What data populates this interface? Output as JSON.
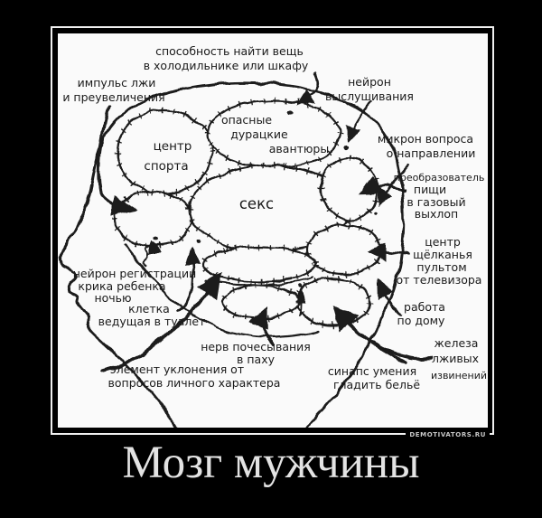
{
  "poster": {
    "title": "Мозг мужчины",
    "watermark": "DEMOTIVATORS.RU",
    "colors": {
      "background": "#000000",
      "paper": "#fafafa",
      "ink": "#1a1a1a",
      "frame": "#f0f0f0",
      "title_text": "#e3e3e3"
    }
  },
  "brain_regions": {
    "sport": {
      "lines": [
        "центр",
        "спорта"
      ]
    },
    "adventures": {
      "lines": [
        "опасные",
        "дурацкие",
        "авантюры"
      ]
    },
    "sex": {
      "lines": [
        "секс"
      ]
    }
  },
  "annotations": {
    "fridge": {
      "lines": [
        "способность найти вещь",
        "в холодильнике или шкафу"
      ]
    },
    "lies": {
      "lines": [
        "импульс лжи",
        "и преувеличения"
      ]
    },
    "listening": {
      "lines": [
        "нейрон",
        "выслушивания"
      ]
    },
    "directions": {
      "lines": [
        "микрон вопроса",
        "о направлении"
      ]
    },
    "food": {
      "lines": [
        "преобразователь",
        "пищи",
        "в газовый",
        "выхлоп"
      ]
    },
    "tv": {
      "lines": [
        "центр",
        "щёлканья",
        "пультом",
        "от телевизора"
      ]
    },
    "housework": {
      "lines": [
        "работа",
        "по дому"
      ]
    },
    "apologies": {
      "lines": [
        "железа",
        "лживых",
        "извинений"
      ]
    },
    "ironing": {
      "lines": [
        "синапс умения",
        "гладить бельё"
      ]
    },
    "scratching": {
      "lines": [
        "нерв почесывания",
        "в паху"
      ]
    },
    "evasion": {
      "lines": [
        "элемент уклонения от",
        "вопросов личного характера"
      ]
    },
    "toilet": {
      "lines": [
        "клетка",
        "ведущая в туалет"
      ]
    },
    "crying": {
      "lines": [
        "нейрон регистрации",
        "крика ребенка",
        "ночью"
      ]
    }
  }
}
